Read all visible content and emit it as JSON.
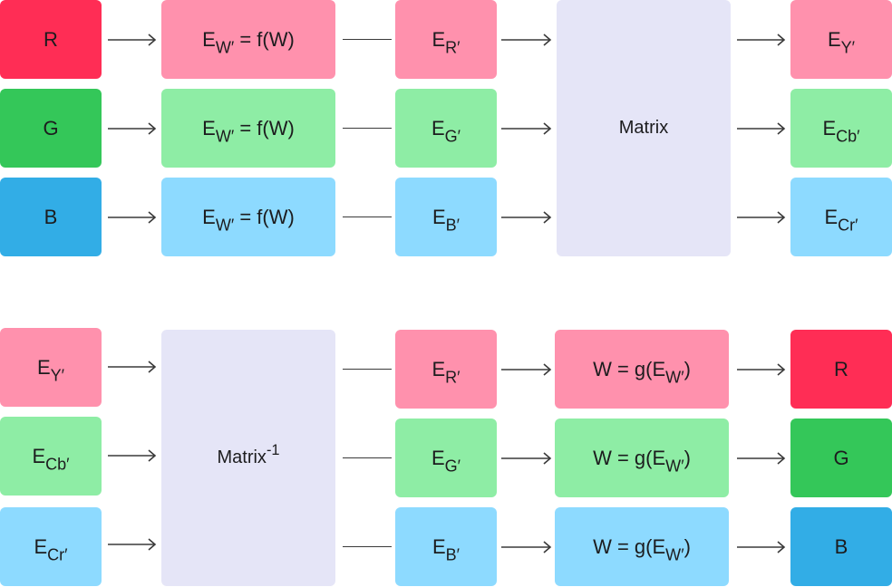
{
  "colors": {
    "red_strong": "#ff2d55",
    "red_soft": "#ff91ad",
    "green_strong": "#34c759",
    "green_soft": "#8eeda5",
    "blue_strong": "#32ade6",
    "blue_soft": "#8ddaff",
    "matrix": "#e5e5f7",
    "arrow": "#3a3a3a"
  },
  "encode": {
    "inputs": [
      "R",
      "G",
      "B"
    ],
    "transfer": {
      "base": "E",
      "sub": "W′",
      "rest": " = f(W)"
    },
    "primes": [
      {
        "base": "E",
        "sub": "R′"
      },
      {
        "base": "E",
        "sub": "G′"
      },
      {
        "base": "E",
        "sub": "B′"
      }
    ],
    "matrix_label": "Matrix",
    "outputs": [
      {
        "base": "E",
        "sub": "Y′"
      },
      {
        "base": "E",
        "sub": "Cb′"
      },
      {
        "base": "E",
        "sub": "Cr′"
      }
    ]
  },
  "decode": {
    "inputs": [
      {
        "base": "E",
        "sub": "Y′"
      },
      {
        "base": "E",
        "sub": "Cb′"
      },
      {
        "base": "E",
        "sub": "Cr′"
      }
    ],
    "matrix_label": "Matrix",
    "matrix_sup": "-1",
    "primes": [
      {
        "base": "E",
        "sub": "R′"
      },
      {
        "base": "E",
        "sub": "G′"
      },
      {
        "base": "E",
        "sub": "B′"
      }
    ],
    "inverse": {
      "lead": "W = g(E",
      "sub": "W′",
      "tail": ")"
    },
    "outputs": [
      "R",
      "G",
      "B"
    ]
  }
}
